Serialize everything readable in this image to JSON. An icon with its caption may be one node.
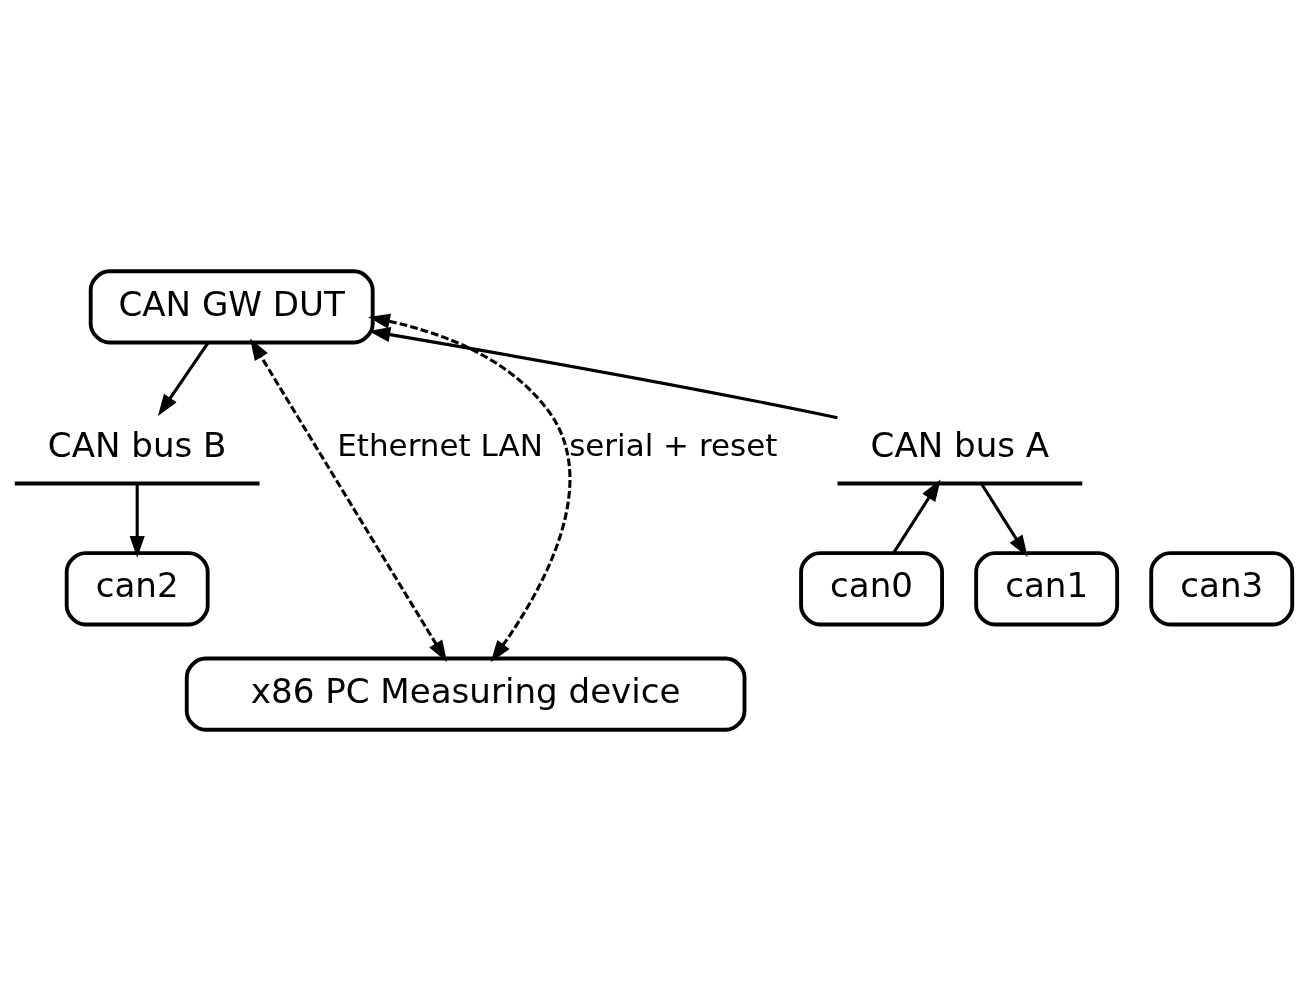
{
  "diagram": {
    "nodes": [
      {
        "text": [
          "CAN GW DUT"
        ]
      },
      {
        "text": [
          "x86 PC Measuring device"
        ]
      },
      {
        "text": [
          "can0"
        ]
      },
      {
        "text": [
          "can1"
        ]
      },
      {
        "text": [
          "can2"
        ]
      },
      {
        "text": [
          "can3"
        ]
      },
      {
        "text": [
          "CAN bus A"
        ]
      },
      {
        "text": [
          "CAN bus B"
        ]
      }
    ],
    "edges": [
      {
        "from": 1,
        "to": 0,
        "arrow": "both",
        "style": "dashed",
        "label": "Ethernet LAN"
      },
      {
        "from": 1,
        "to": 0,
        "arrow": "both",
        "style": "dashed",
        "label": "serial + reset"
      },
      {
        "from": 2,
        "to": 6,
        "arrow": "to"
      },
      {
        "from": 6,
        "to": 0,
        "arrow": "to"
      },
      {
        "from": 0,
        "to": 7,
        "arrow": "to"
      },
      {
        "from": 6,
        "to": 3,
        "arrow": "to"
      },
      {
        "from": 7,
        "to": 4,
        "arrow": "to"
      }
    ]
  }
}
